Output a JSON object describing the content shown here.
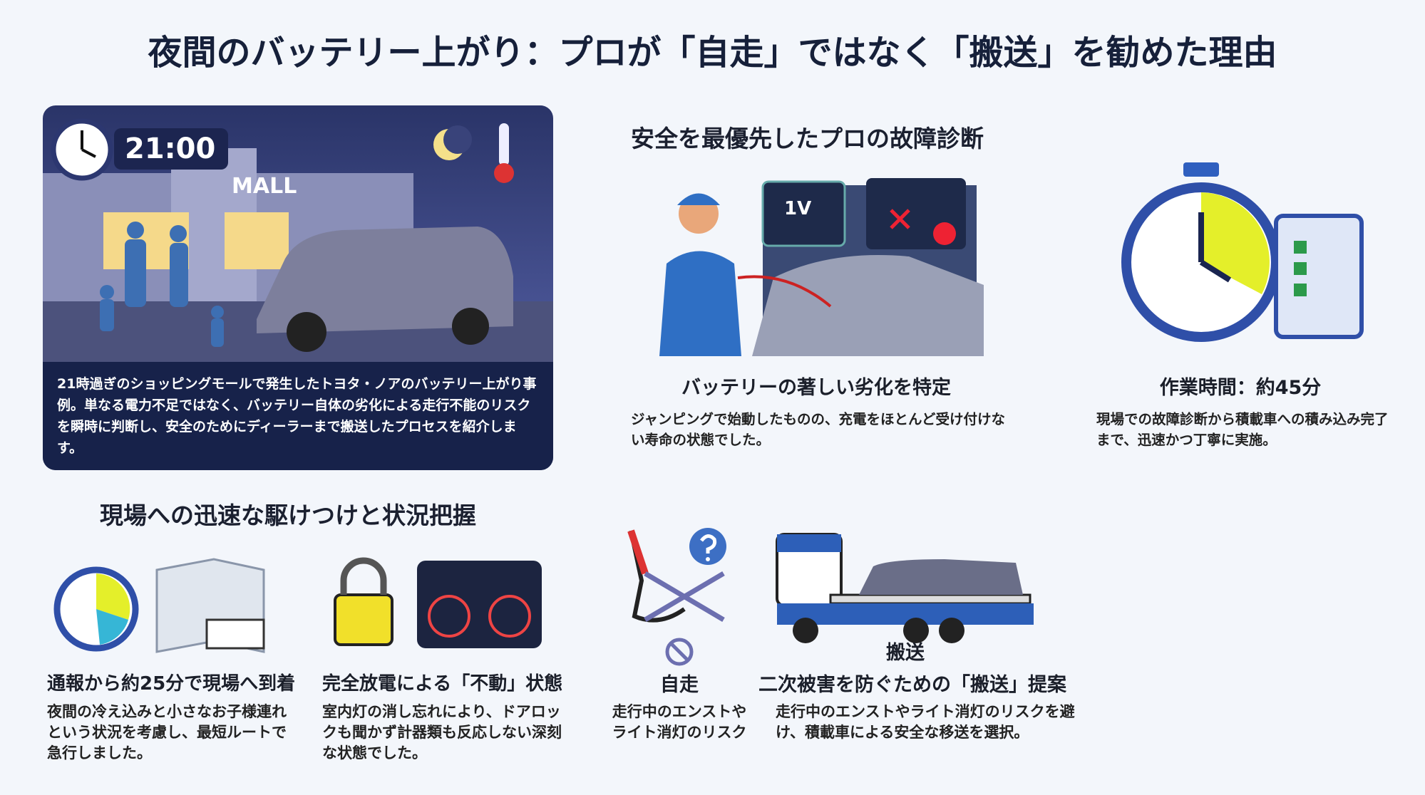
{
  "title": "夜間のバッテリー上がり：プロが「自走」ではなく「搬送」を勧めた理由",
  "hero": {
    "clock_time": "21:00",
    "mall_sign": "MALL",
    "caption": "21時過ぎのショッピングモールで発生したトヨタ・ノアのバッテリー上がり事例。単なる電力不足ではなく、バッテリー自体の劣化による走行不能のリスクを瞬時に判断し、安全のためにディーラーまで搬送したプロセスを紹介します。"
  },
  "diagnosis": {
    "heading": "安全を最優先したプロの故障診断",
    "meter_label": "1V",
    "items": [
      {
        "title": "バッテリーの著しい劣化を特定",
        "body": "ジャンピングで始動したものの、充電をほとんど受け付けない寿命の状態でした。"
      },
      {
        "title": "作業時間：約45分",
        "body": "現場での故障診断から積載車への積み込み完了まで、迅速かつ丁寧に実施。"
      }
    ]
  },
  "arrival": {
    "heading": "現場への迅速な駆けつけと状況把握",
    "items": [
      {
        "title": "通報から約25分で現場へ到着",
        "body": "夜間の冷え込みと小さなお子様連れという状況を考慮し、最短ルートで急行しました。"
      },
      {
        "title": "完全放電による「不動」状態",
        "body": "室内灯の消し忘れにより、ドアロックも聞かず計器類も反応しない深刻な状態でした。"
      }
    ]
  },
  "transport": {
    "self_drive": {
      "title": "自走",
      "body": "走行中のエンストやライト消灯のリスク"
    },
    "tow": {
      "label": "搬送",
      "title": "二次被害を防ぐための「搬送」提案",
      "body": "走行中のエンストやライト消灯のリスクを避け、積載車による安全な移送を選択。"
    }
  },
  "colors": {
    "navy": "#17224a",
    "accent_yellow": "#e4ef2a",
    "accent_blue": "#2f6fc4",
    "tow_blue": "#2d5fb8"
  }
}
